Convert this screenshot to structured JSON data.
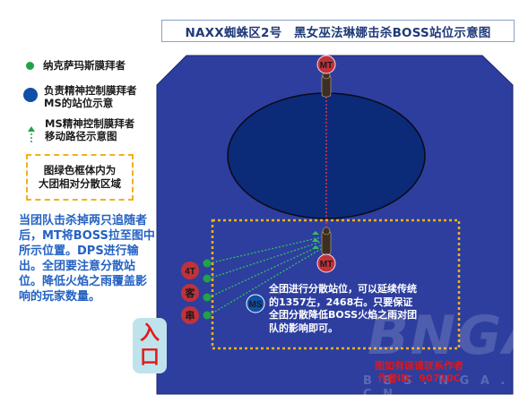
{
  "title": "NAXX蜘蛛区2号　黑女巫法琳娜击杀BOSS站位示意图",
  "legend": {
    "worshipper": "纳克萨玛斯膜拜者",
    "mc_position": [
      "负责精神控制膜拜者",
      "MS的站位示意"
    ],
    "ms_path": [
      "MS精神控制膜拜者",
      "移动路径示意图"
    ],
    "zone_box": [
      "图绿色框体内为",
      "大团相对分散区域"
    ]
  },
  "left_text": "当团队击杀掉两只追随者后，MT将BOSS拉至图中所示位置。DPS进行输出。全团要注意分散站位。降低火焰之雨覆盖影响的玩家数量。",
  "center_text": "全团进行分散站位，可以延续传统的1357左，2468右。只要保证全团分散降低BOSS火焰之雨对团队的影响即可。",
  "markers": {
    "mt_top": "MT",
    "mt_boss": "MT",
    "tank4": "4T",
    "ke": "客",
    "chuan": "串",
    "ms": "MS"
  },
  "entrance": [
    "入",
    "口"
  ],
  "credit": [
    "图如有误请联系作者",
    "作者ID：90710C"
  ],
  "watermark": "BNGA",
  "watermark_sub": "B B S . N G A . C N",
  "colors": {
    "room": "#2d3e9e",
    "pit": "#0b2a78",
    "marker_red": "#c0323a",
    "green": "#21a249",
    "zone_border": "#f0b020",
    "title_text": "#1f3a7a",
    "left_text": "#2462c4"
  }
}
